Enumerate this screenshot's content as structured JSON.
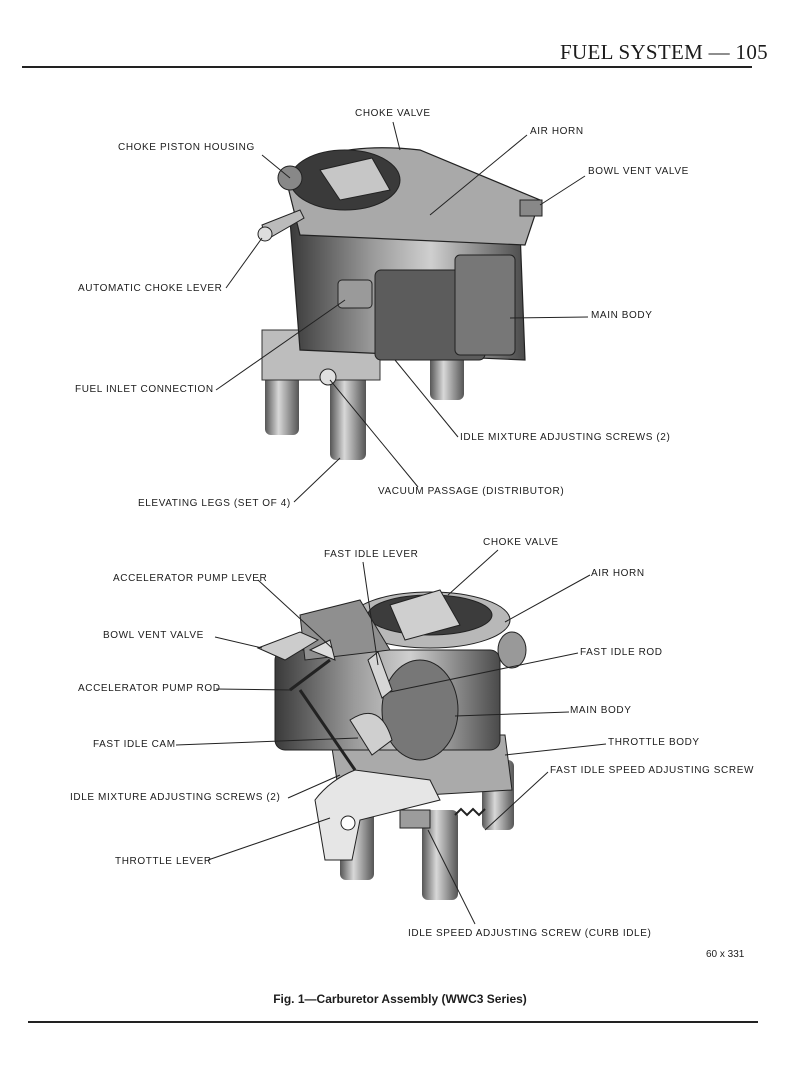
{
  "header": {
    "section": "FUEL SYSTEM — 105"
  },
  "figure_top": {
    "labels": {
      "choke_valve": "CHOKE VALVE",
      "air_horn": "AIR HORN",
      "choke_piston_housing": "CHOKE PISTON HOUSING",
      "bowl_vent_valve": "BOWL VENT VALVE",
      "automatic_choke_lever": "AUTOMATIC CHOKE LEVER",
      "main_body": "MAIN BODY",
      "fuel_inlet_connection": "FUEL INLET CONNECTION",
      "idle_mixture_adjusting_screws": "IDLE MIXTURE ADJUSTING SCREWS (2)",
      "vacuum_passage": "VACUUM PASSAGE (DISTRIBUTOR)",
      "elevating_legs": "ELEVATING LEGS (SET OF 4)"
    }
  },
  "figure_bottom": {
    "labels": {
      "fast_idle_lever": "FAST IDLE LEVER",
      "choke_valve": "CHOKE VALVE",
      "accelerator_pump_lever": "ACCELERATOR PUMP LEVER",
      "air_horn": "AIR HORN",
      "bowl_vent_valve": "BOWL VENT VALVE",
      "fast_idle_rod": "FAST IDLE ROD",
      "accelerator_pump_rod": "ACCELERATOR PUMP ROD",
      "main_body": "MAIN BODY",
      "fast_idle_cam": "FAST IDLE CAM",
      "throttle_body": "THROTTLE BODY",
      "fast_idle_speed_adjusting_screw": "FAST IDLE SPEED ADJUSTING SCREW",
      "idle_mixture_adjusting_screws": "IDLE MIXTURE ADJUSTING SCREWS (2)",
      "throttle_lever": "THROTTLE LEVER",
      "idle_speed_adjusting_screw": "IDLE SPEED ADJUSTING SCREW (CURB IDLE)"
    }
  },
  "figure_number": "60 x 331",
  "caption": "Fig. 1—Carburetor Assembly (WWC3 Series)"
}
